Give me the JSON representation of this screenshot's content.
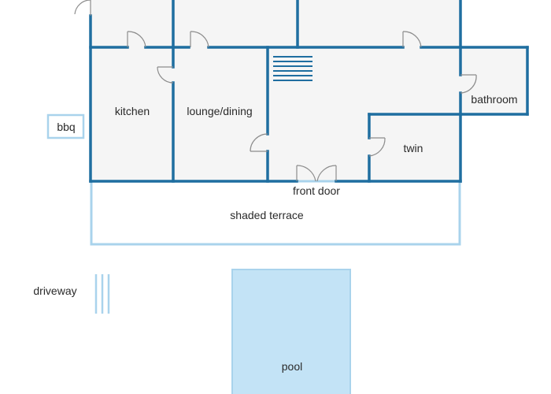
{
  "colors": {
    "wall": "#1f6ea0",
    "floor": "#f5f5f5",
    "terrace": "#a9d3ec",
    "pool_fill": "#c3e3f6",
    "pool_border": "#a9d3ec",
    "door": "#8c8c8c",
    "text": "#2a2a2a"
  },
  "rooms": {
    "kitchen": "kitchen",
    "lounge": "lounge/dining",
    "bathroom": "bathroom",
    "twin": "twin",
    "front_door": "front door",
    "terrace": "shaded terrace",
    "bbq": "bbq",
    "driveway": "driveway",
    "pool": "pool"
  }
}
